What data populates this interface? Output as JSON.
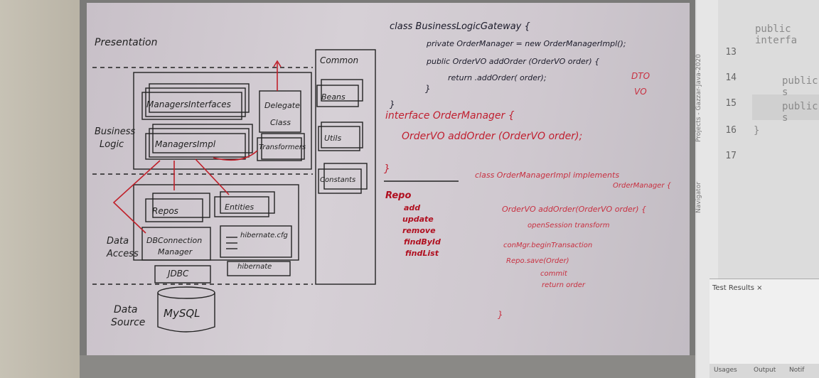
{
  "board": {
    "layers": {
      "presentation": "Presentation",
      "business_logic_1": "Business",
      "business_logic_2": "Logic",
      "data_access_1": "Data",
      "data_access_2": "Access",
      "data_source_1": "Data",
      "data_source_2": "Source"
    },
    "boxes": {
      "managers_interfaces": "ManagersInterfaces",
      "delegate_1": "Delegate",
      "delegate_2": "Class",
      "managers_impl": "ManagersImpl",
      "transformers": "Transformers",
      "repos": "Repos",
      "entities": "Entities",
      "dbconnection_1": "DBConnection",
      "dbconnection_2": "Manager",
      "hibernate_cfg": "hibernate.cfg",
      "jdbc": "JDBC",
      "hibernate": "hibernate",
      "mysql": "MySQL"
    },
    "common": {
      "title": "Common",
      "beans": "Beans",
      "utils": "Utils",
      "constants": "Constants"
    },
    "code_black": [
      "class BusinessLogicGateway {",
      "private OrderManager = new OrderManagerImpl();",
      "public OrderVO addOrder (OrderVO order) {",
      "return  .addOrder( order);",
      "}",
      "}"
    ],
    "code_red": {
      "dto_1": "DTO",
      "dto_2": "VO",
      "interface_line": "interface OrderManager {",
      "method_line": "OrderVO addOrder (OrderVO order);",
      "close": "}",
      "repo_title": "Repo",
      "repo_items": [
        "add",
        "update",
        "remove",
        "findById",
        "findList"
      ],
      "impl_line_1": "class OrderManagerImpl implements",
      "impl_line_2": "OrderManager {",
      "impl_method": "OrderVO addOrder(OrderVO order) {",
      "impl_body": [
        "openSession transform",
        "conMgr.beginTransaction",
        "Repo.save(Order)",
        "commit",
        "return order"
      ],
      "impl_close": "}"
    }
  },
  "ide": {
    "line_numbers": [
      "13",
      "14",
      "15",
      "16",
      "17"
    ],
    "code_lines": [
      "public interfa",
      "public s",
      "public s",
      "}"
    ],
    "side_tabs": [
      "Projects - Gazzar-Java-2020",
      "Navigator"
    ],
    "panel_title": "Test Results ×",
    "status_items": [
      "Usages",
      "Output",
      "Notif"
    ]
  }
}
